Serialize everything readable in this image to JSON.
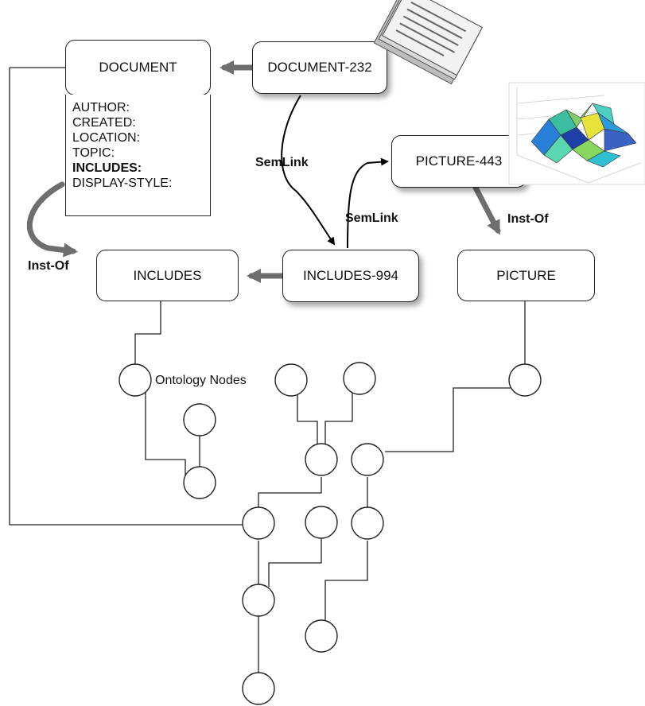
{
  "frames": {
    "document": "DOCUMENT",
    "document_232": "DOCUMENT-232",
    "picture_443": "PICTURE-443",
    "includes": "INCLUDES",
    "includes_994": "INCLUDES-994",
    "picture": "PICTURE"
  },
  "document_slots": [
    "AUTHOR:",
    "CREATED:",
    "LOCATION:",
    "TOPIC:",
    "INCLUDES:",
    "DISPLAY-STYLE:"
  ],
  "links": {
    "semlink_1": "SemLink",
    "semlink_2": "SemLink",
    "inst_of_1": "Inst-Of",
    "inst_of_2": "Inst-Of"
  },
  "ontology_label": "Ontology Nodes",
  "icons": [
    "document-stack-icon",
    "surface-plot-icon"
  ]
}
